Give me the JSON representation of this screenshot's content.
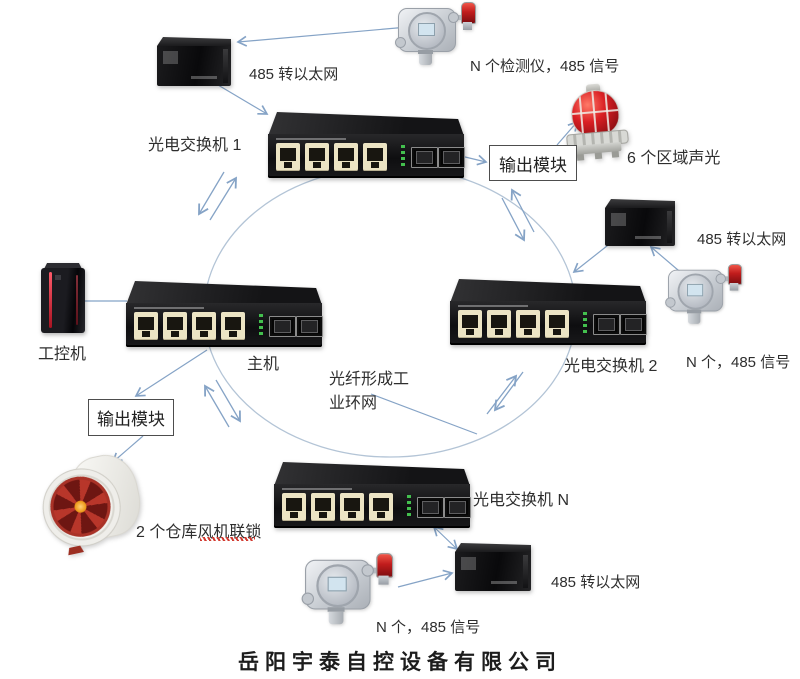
{
  "diagram": {
    "company": "岳阳宇泰自控设备有限公司",
    "ring_note": {
      "line1": "光纤形成工",
      "line2": "业环网"
    },
    "labels": {
      "converter_top": "485 转以太网",
      "detectors_top": "N 个检测仪，485 信号",
      "switch1": "光电交换机 1",
      "output_module_1": "输出模块",
      "alarm_zones": "6 个区域声光",
      "converter_right": "485 转以太网",
      "detectors_right": "N 个，485 信号",
      "switch2": "光电交换机 2",
      "ipc": "工控机",
      "host": "主机",
      "output_module_2": "输出模块",
      "fan_interlock": "2 个仓库风机联锁",
      "switchN": "光电交换机 N",
      "converter_bottom": "485 转以太网",
      "detectors_bottom": "N 个，485 信号"
    },
    "colors": {
      "connector_line": "#85a3c6",
      "ring_line": "#b3c4d6",
      "beacon_red": "#c01c1c",
      "port_beige": "#ece4c4",
      "led_green": "#43c04e",
      "fan_red": "#b8362a",
      "fan_hub_orange": "#ef9c1c",
      "pc_stripe_red": "#c02535",
      "squiggle_red": "#d23a30",
      "module_border": "#4d4d4d"
    }
  }
}
